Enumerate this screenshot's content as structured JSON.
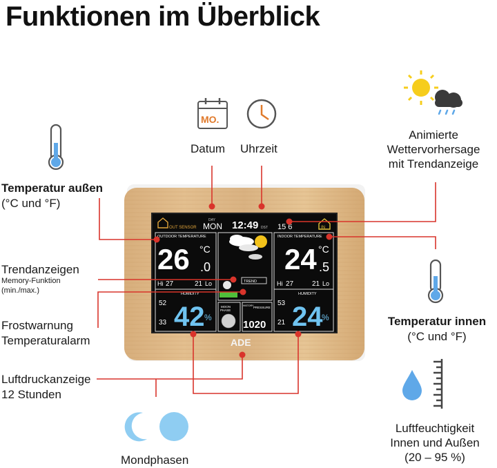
{
  "title": "Funktionen im Überblick",
  "colors": {
    "accent_line": "#d9342b",
    "icon_orange": "#e07a2b",
    "icon_blue": "#5fa8e8",
    "screen_bg": "#0b0b0b"
  },
  "labels": {
    "datum": "Datum",
    "uhrzeit": "Uhrzeit",
    "wetter": [
      "Animierte",
      "Wettervorhersage",
      "mit Trendanzeige"
    ],
    "temp_aussen_title": "Temperatur außen",
    "temp_aussen_unit": "(°C und °F)",
    "trend_title": "Trendanzeigen",
    "trend_sub1": "Memory-Funktion",
    "trend_sub2": "(min./max.)",
    "frost1": "Frostwarnung",
    "frost2": "Temperaturalarm",
    "luftdruck1": "Luftdruckanzeige",
    "luftdruck2": "12 Stunden",
    "mond": "Mondphasen",
    "temp_innen_title": "Temperatur innen",
    "temp_innen_unit": "(°C und °F)",
    "feuchte": [
      "Luftfeuchtigkeit",
      "Innen und Außen",
      "(20 – 95 %)"
    ]
  },
  "icons": {
    "calendar": "calendar-icon",
    "clock": "clock-icon",
    "weather": "sun-cloud-rain-icon",
    "thermometer": "thermometer-icon",
    "drop": "water-drop-icon",
    "scale": "scale-icon",
    "moon": "moon-phase-icon"
  },
  "calendar_text": "MO.",
  "device": {
    "brand": "ADE",
    "top_bar": {
      "out_sensor": "OUT SENSOR",
      "day_label": "DAY",
      "day": "MON",
      "time": "12:49",
      "dst": "DST",
      "date": "15 6",
      "in_badge": "IN"
    },
    "outdoor": {
      "header": "OUTDOOR TEMPERATURE",
      "temp_main": "26",
      "temp_dec": ".0",
      "unit": "°C",
      "hi_label": "Hi",
      "hi_val": "27",
      "lo_label": "Lo",
      "lo_val": "21",
      "humidity_label": "HUMIDITY",
      "hum_hi": "52",
      "hum_lo": "33",
      "hum_main": "42",
      "hum_unit": "%"
    },
    "indoor": {
      "header": "INDOOR TEMPERATURE",
      "temp_main": "24",
      "temp_dec": ".5",
      "unit": "°C",
      "hi_label": "Hi",
      "hi_val": "27",
      "lo_label": "Lo",
      "lo_val": "21",
      "humidity_label": "HUMIDITY",
      "hum_hi": "53",
      "hum_lo": "21",
      "hum_main": "24",
      "hum_unit": "%"
    },
    "center": {
      "trend": "TREND",
      "moon_label1": "MOON",
      "moon_label2": "PHASE",
      "history": "HISTORY",
      "pressure_label": "PRESSURE",
      "pressure_val": "1020"
    }
  }
}
